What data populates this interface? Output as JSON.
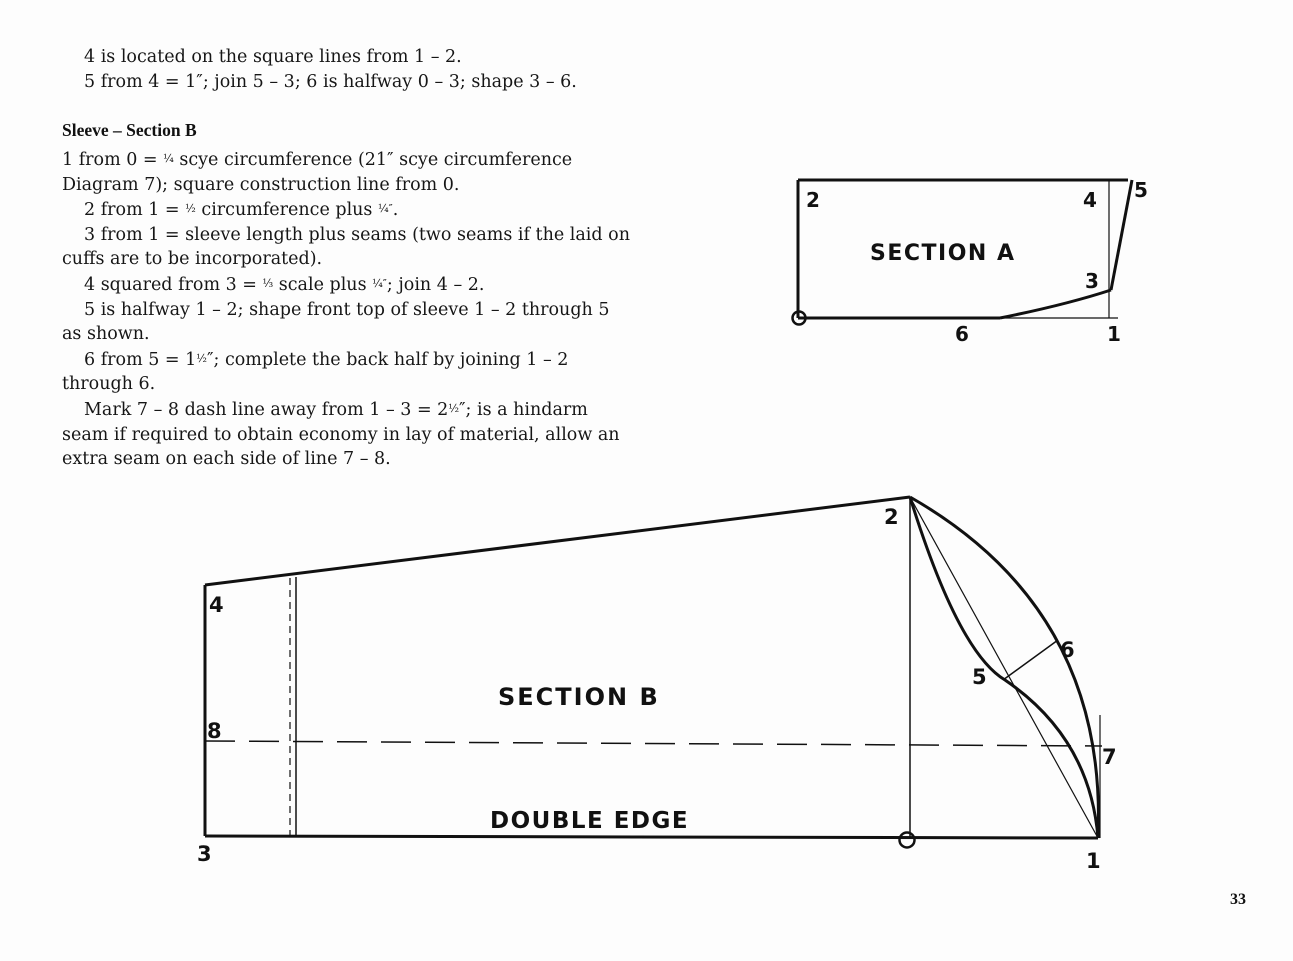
{
  "intro": {
    "line1": "4 is located on the square lines from 1 – 2.",
    "line2": "5 from 4 = 1″; join 5 – 3; 6 is halfway 0 – 3; shape 3 – 6."
  },
  "heading": "Sleeve – Section B",
  "paragraphs": {
    "p1a": "1 from 0 = ",
    "p1frac": "¼",
    "p1b": " scye circumference (21″ scye circumference Diagram 7); square construction line from 0.",
    "p2a": "2 from 1 = ",
    "p2frac1": "½",
    "p2b": " circumference plus ",
    "p2frac2": "¼″",
    "p2c": ".",
    "p3": "3 from 1 = sleeve length plus seams (two seams if the laid on cuffs are to be incorporated).",
    "p4a": "4 squared from 3 = ",
    "p4frac1": "⅓",
    "p4b": " scale plus ",
    "p4frac2": "¼″",
    "p4c": "; join 4 – 2.",
    "p5": "5 is halfway 1 – 2; shape front top of sleeve 1 – 2 through 5 as shown.",
    "p6a": "6 from 5 = 1",
    "p6frac": "½",
    "p6b": "″; complete the back half by joining 1 – 2 through 6.",
    "p7a": "Mark 7 – 8 dash line away from 1 – 3 = 2",
    "p7frac": "½",
    "p7b": "″; is a hindarm seam if required to obtain economy in lay of material, allow an extra seam on each side of line 7 – 8."
  },
  "section_a": {
    "title": "SECTION A",
    "labels": {
      "p2": "2",
      "p4": "4",
      "p5": "5",
      "p3": "3",
      "p6": "6",
      "p1": "1"
    }
  },
  "section_b": {
    "title": "SECTION B",
    "edge_label": "DOUBLE EDGE",
    "labels": {
      "p2": "2",
      "p4": "4",
      "p8": "8",
      "p3": "3",
      "p5": "5",
      "p6": "6",
      "p7": "7",
      "p1": "1"
    }
  },
  "page_number": "33",
  "colors": {
    "ink": "#111111",
    "paper": "#fdfdfd"
  }
}
